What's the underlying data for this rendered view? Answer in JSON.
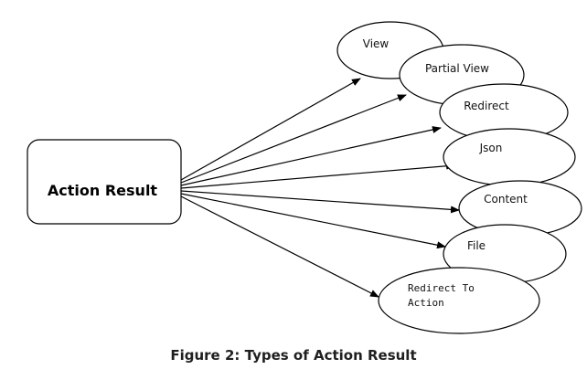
{
  "source": {
    "label": "Action Result"
  },
  "targets": [
    {
      "id": "view",
      "label": "View"
    },
    {
      "id": "partial-view",
      "label": "Partial View"
    },
    {
      "id": "redirect",
      "label": "Redirect"
    },
    {
      "id": "json",
      "label": "Json"
    },
    {
      "id": "content",
      "label": "Content"
    },
    {
      "id": "file",
      "label": "File"
    },
    {
      "id": "redirect-to-action",
      "label": "Redirect To Action",
      "label_lines": [
        "Redirect To",
        "Action"
      ]
    }
  ],
  "caption": "Figure 2: Types of Action Result",
  "colors": {
    "stroke": "#000000",
    "fill": "#ffffff",
    "caption": "#1f1f1f"
  }
}
